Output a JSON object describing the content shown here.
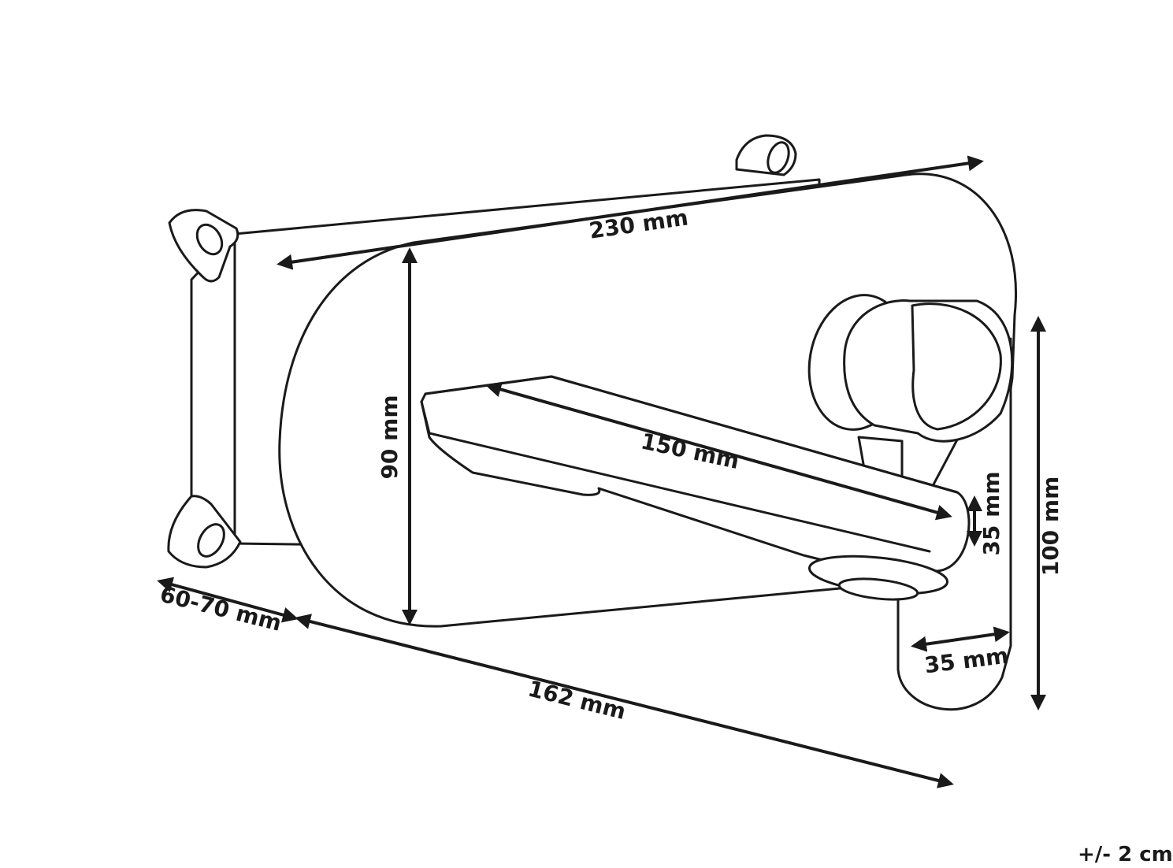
{
  "dimensions": {
    "length_230": "230 mm",
    "height_90": "90 mm",
    "spout_150": "150 mm",
    "spout_height_35": "35 mm",
    "height_100": "100 mm",
    "depth_60_70": "60-70 mm",
    "length_162": "162 mm",
    "width_35": "35 mm"
  },
  "tolerance": "+/- 2 cm"
}
